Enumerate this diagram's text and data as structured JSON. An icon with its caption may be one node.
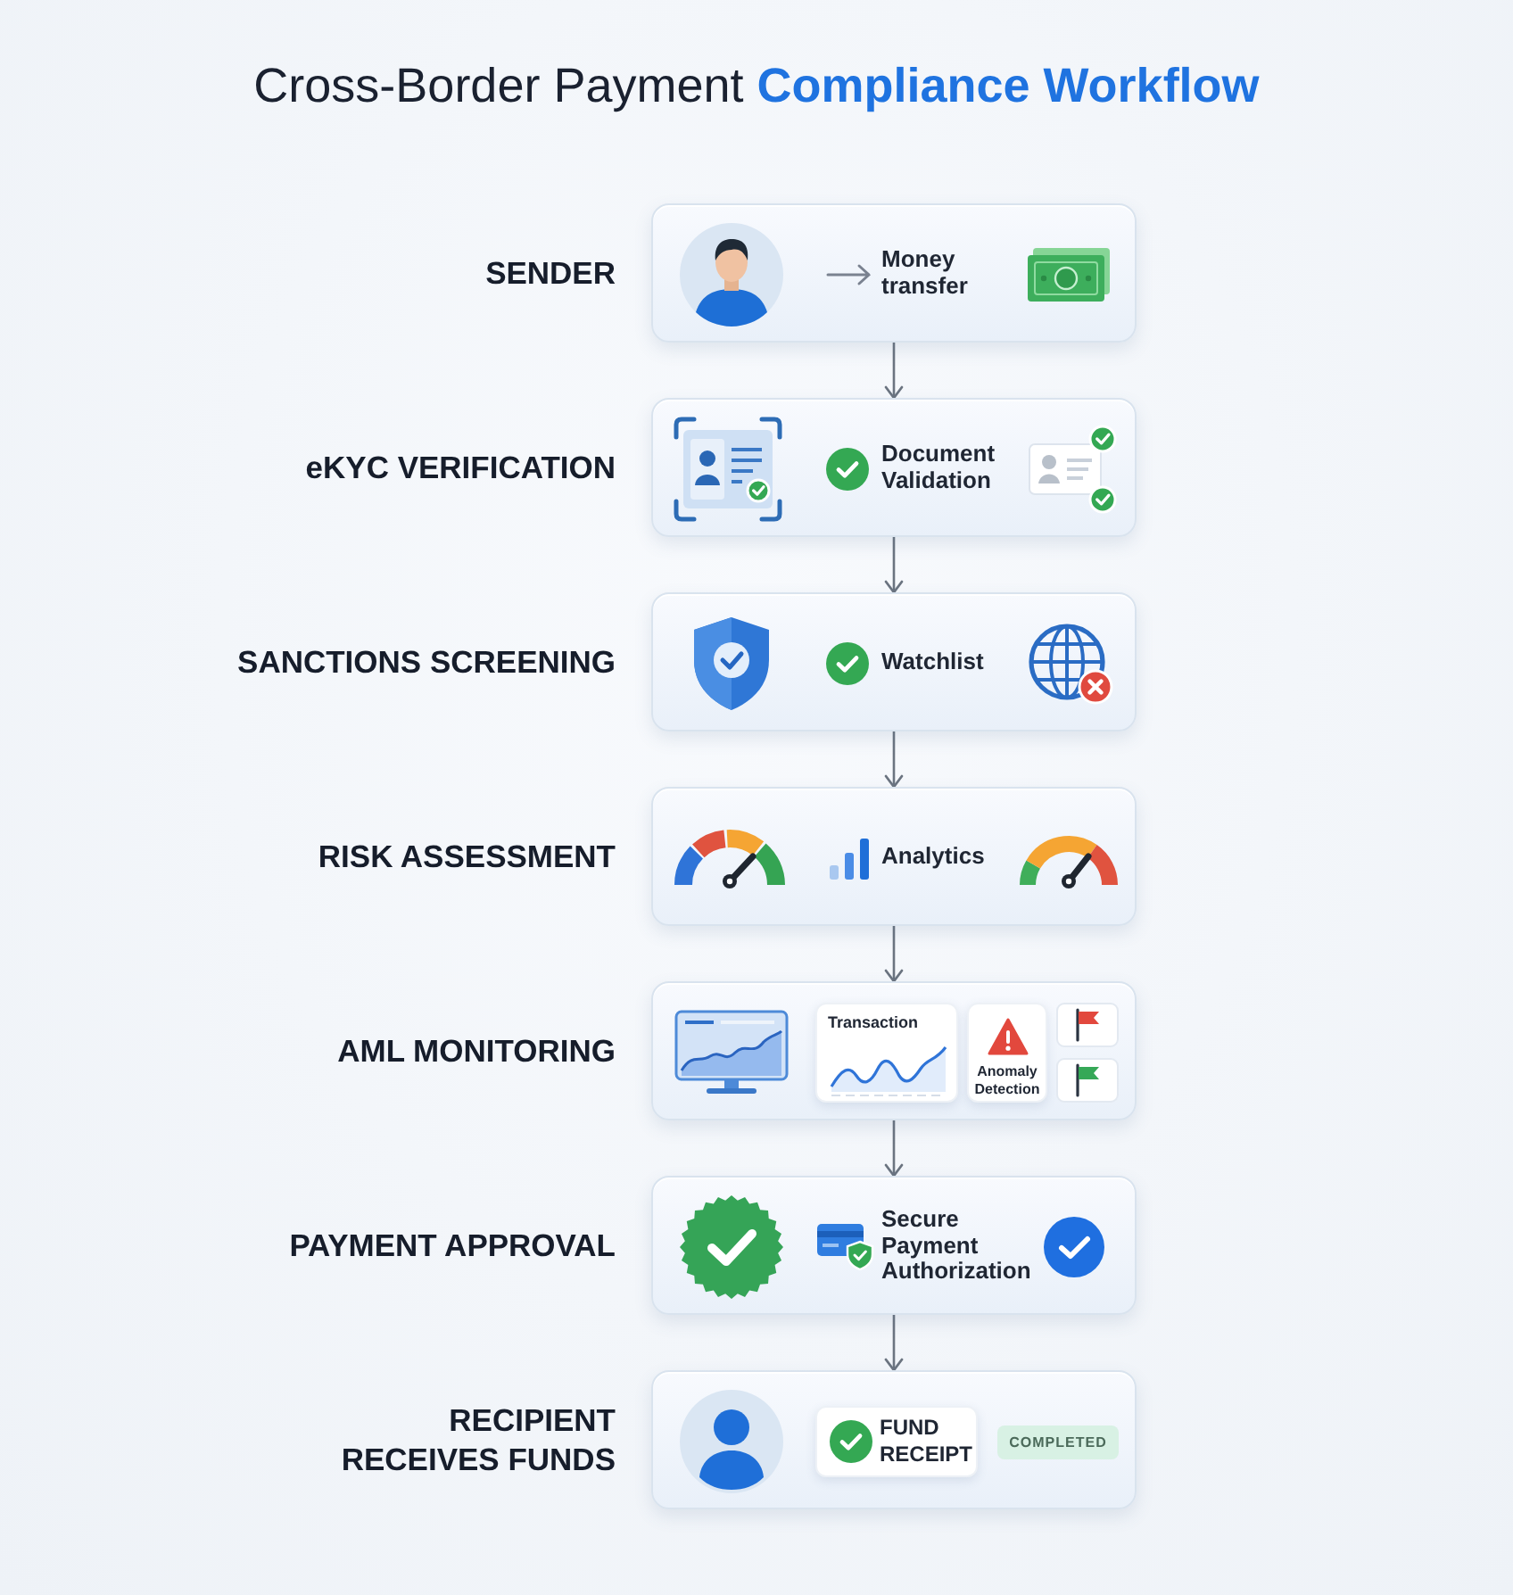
{
  "diagram": {
    "title": "Cross-Border Payment **Compliance Workflow**",
    "nodes": [
      {
        "text": [
          "SENDER",
          "Money transfer"
        ]
      },
      {
        "text": [
          "eKYC VERIFICATION",
          "Document Validation"
        ]
      },
      {
        "text": [
          "SANCTIONS SCREENING",
          "Watchlist"
        ]
      },
      {
        "text": [
          "RISK ASSESSMENT",
          "Analytics"
        ]
      },
      {
        "text": [
          "AML MONITORING"
        ]
      },
      {
        "text": [
          "Transaction"
        ],
        "in": 4
      },
      {
        "text": [
          "Anomaly Detection"
        ],
        "in": 4
      },
      {
        "text": [
          "PAYMENT APPROVAL",
          "Secure Payment Authorization"
        ]
      },
      {
        "text": [
          "RECIPIENT RECEIVES FUNDS"
        ]
      },
      {
        "text": [
          "FUND RECEIPT"
        ],
        "in": 8
      },
      {
        "text": [
          "COMPLETED"
        ],
        "in": 8
      }
    ],
    "edges": [
      {
        "from": 0,
        "to": 1,
        "arrow": "to"
      },
      {
        "from": 1,
        "to": 2,
        "arrow": "to"
      },
      {
        "from": 2,
        "to": 3,
        "arrow": "to"
      },
      {
        "from": 3,
        "to": 4,
        "arrow": "to"
      },
      {
        "from": 4,
        "to": 7,
        "arrow": "to"
      },
      {
        "from": 7,
        "to": 8,
        "arrow": "to"
      }
    ]
  }
}
